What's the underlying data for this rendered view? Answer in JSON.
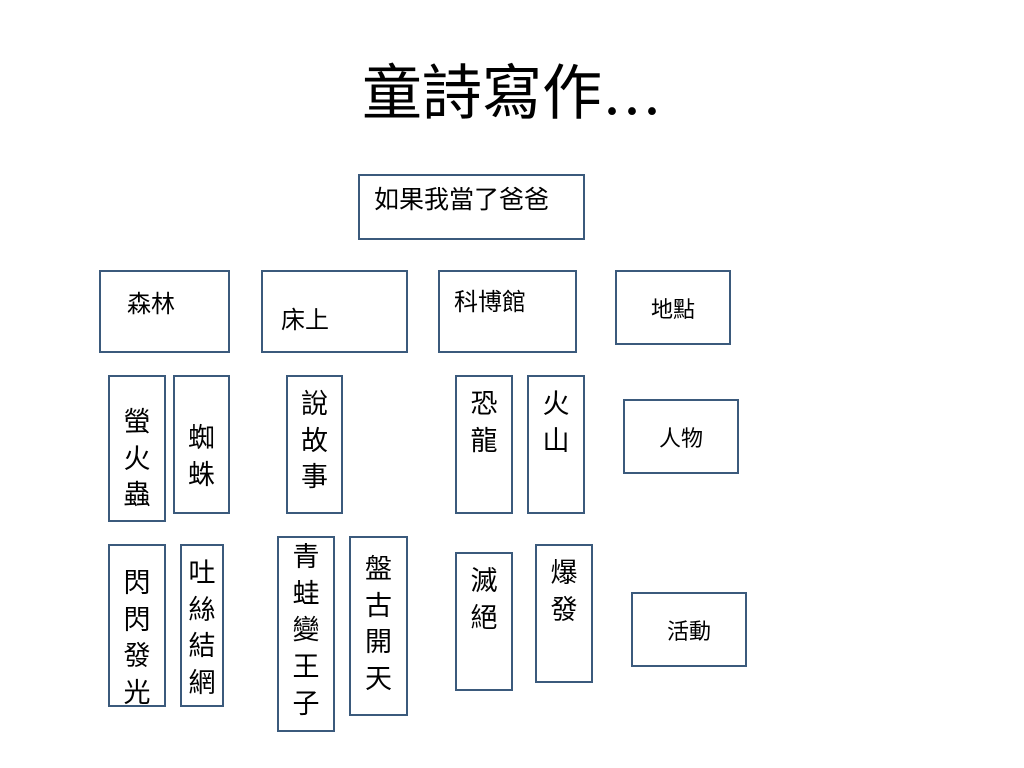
{
  "title": "童詩寫作…",
  "center": "如果我當了爸爸",
  "places": {
    "forest": "森林",
    "bed": "床上",
    "museum": "科博館"
  },
  "forest_items": {
    "firefly": "螢火蟲",
    "spider": "蜘蛛",
    "flash": "閃閃發光",
    "web": "吐絲結網"
  },
  "bed_items": {
    "story": "說故事",
    "frog": "青蛙變王子",
    "pangu": "盤古開天"
  },
  "museum_items": {
    "dinosaur": "恐龍",
    "volcano": "火山",
    "extinct": "滅絕",
    "erupt": "爆發"
  },
  "legend": {
    "place": "地點",
    "character": "人物",
    "activity": "活動"
  },
  "colors": {
    "border": "#3b5a7c"
  }
}
